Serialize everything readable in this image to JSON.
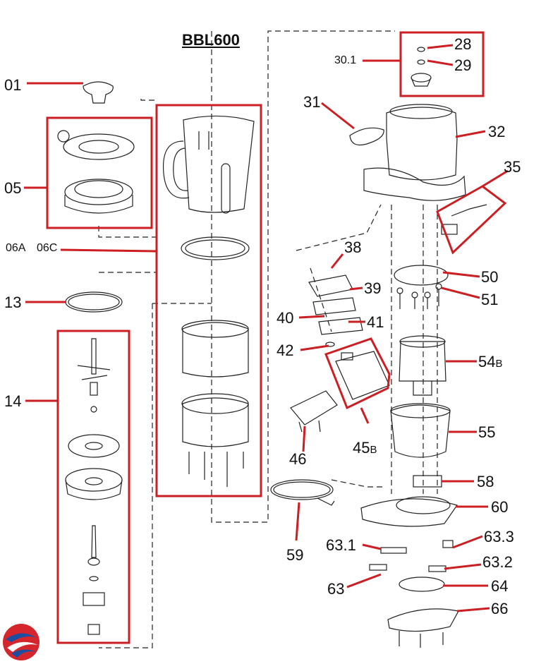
{
  "title": "BBL600",
  "labels": {
    "p01": "01",
    "p05": "05",
    "p06a": "06A",
    "p06c": "06C",
    "p13": "13",
    "p14": "14",
    "p28": "28",
    "p29": "29",
    "p30_1": "30.1",
    "p31": "31",
    "p32": "32",
    "p35": "35",
    "p38": "38",
    "p39": "39",
    "p40": "40",
    "p41": "41",
    "p42": "42",
    "p45": "45",
    "p45_suffix": "B",
    "p46": "46",
    "p50": "50",
    "p51": "51",
    "p54": "54",
    "p54_suffix": "B",
    "p55": "55",
    "p58": "58",
    "p59": "59",
    "p60": "60",
    "p63": "63",
    "p63_1": "63.1",
    "p63_2": "63.2",
    "p63_3": "63.3",
    "p64": "64",
    "p66": "66"
  },
  "colors": {
    "highlight": "#cc1f24",
    "leader": "#cc1f24",
    "drawing": "#222222",
    "logo_red": "#d4262c",
    "logo_blue": "#1d4fa0"
  }
}
